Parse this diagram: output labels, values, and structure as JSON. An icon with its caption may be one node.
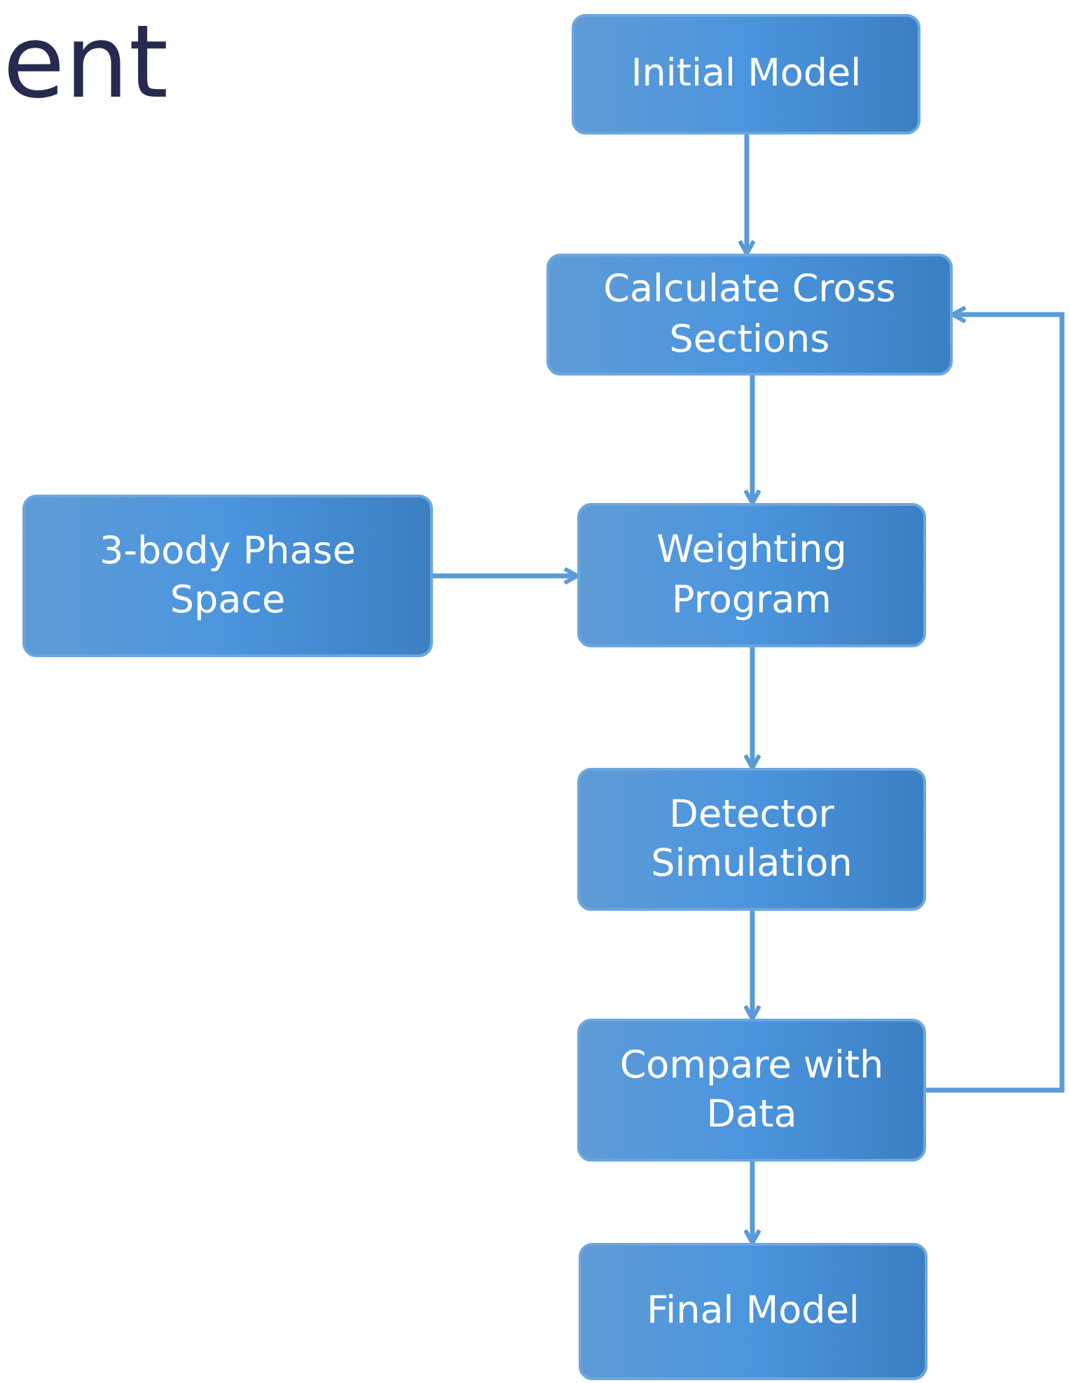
{
  "diagram": {
    "title": "ent",
    "nodes": [
      {
        "text": [
          "Initial Model"
        ]
      },
      {
        "text": [
          "Calculate Cross Sections"
        ]
      },
      {
        "text": [
          "Weighting Program"
        ]
      },
      {
        "text": [
          "3-body Phase Space"
        ]
      },
      {
        "text": [
          "Detector Simulation"
        ]
      },
      {
        "text": [
          "Compare with Data"
        ]
      },
      {
        "text": [
          "Final Model"
        ]
      }
    ],
    "edges": [
      {
        "from": 0,
        "to": 1,
        "arrow": "to"
      },
      {
        "from": 1,
        "to": 2,
        "arrow": "to"
      },
      {
        "from": 3,
        "to": 2,
        "arrow": "to"
      },
      {
        "from": 2,
        "to": 4,
        "arrow": "to"
      },
      {
        "from": 4,
        "to": 5,
        "arrow": "to"
      },
      {
        "from": 5,
        "to": 6,
        "arrow": "to"
      },
      {
        "from": 5,
        "to": 1,
        "arrow": "to"
      }
    ]
  }
}
